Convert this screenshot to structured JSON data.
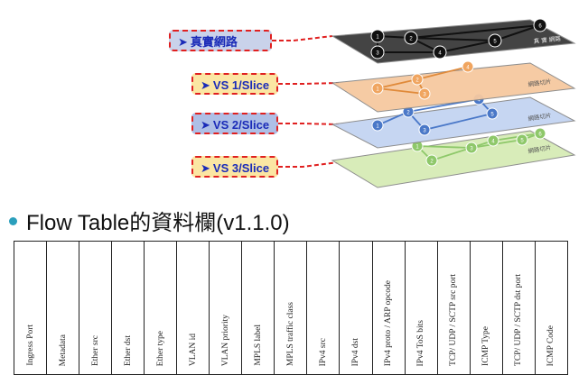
{
  "callouts": {
    "real_network": "真實網路",
    "vs1": "VS 1/Slice",
    "vs2": "VS 2/Slice",
    "vs3": "VS 3/Slice",
    "arrow": "➤"
  },
  "layers": {
    "real": {
      "label": "真 實 網路",
      "fill": "#3a3a3a",
      "node_fill": "#111111",
      "link": "#111111",
      "node_labels": [
        "1",
        "2",
        "3",
        "4",
        "5",
        "6"
      ]
    },
    "vs1": {
      "label": "網路切片",
      "fill": "#f6c9a0",
      "node_fill": "#f0a560",
      "link": "#e08a3a",
      "node_labels": [
        "1",
        "2",
        "3",
        "4"
      ]
    },
    "vs2": {
      "label": "網路切片",
      "fill": "#c4d4f2",
      "node_fill": "#4a78c8",
      "link": "#4a78c8",
      "node_labels": [
        "1",
        "2",
        "3",
        "4",
        "5"
      ]
    },
    "vs3": {
      "label": "網路切片",
      "fill": "#d6ecb6",
      "node_fill": "#8ec86a",
      "link": "#8ec86a",
      "node_labels": [
        "1",
        "2",
        "3",
        "4",
        "5",
        "6"
      ]
    }
  },
  "heading": {
    "text": "Flow Table的資料欄(v1.1.0)"
  },
  "flow_table": {
    "columns": [
      "Ingress Port",
      "Metadata",
      "Ether src",
      "Ether dst",
      "Ether type",
      "VLAN id",
      "VLAN priority",
      "MPLS label",
      "MPLS traffic class",
      "IPv4 src",
      "IPv4 dst",
      "IPv4 proto / ARP opcode",
      "IPv4 ToS bits",
      "TCP/ UDP / SCTP src port",
      "ICMP Type",
      "TCP/ UDP / SCTP dst port",
      "ICMP Code"
    ]
  },
  "colors": {
    "callout_text": "#1a2bb8",
    "callout_border": "#e02020",
    "bullet": "#2a9fbc"
  }
}
